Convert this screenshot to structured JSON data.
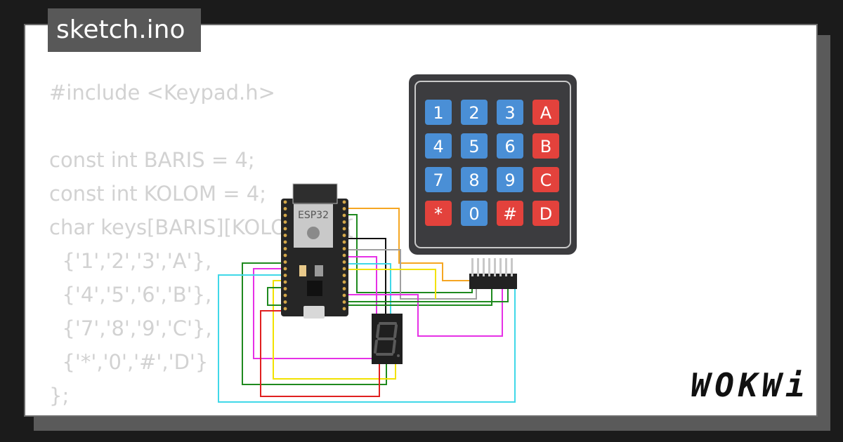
{
  "header": {
    "filename": "sketch.ino"
  },
  "editor": {
    "code_lines": [
      "#include <Keypad.h>",
      "",
      "const int BARIS = 4;",
      "const int KOLOM = 4;",
      "char keys[BARIS][KOLOM] = {",
      "  {'1','2','3','A'},",
      "  {'4','5','6','B'},",
      "  {'7','8','9','C'},",
      "  {'*','0','#','D'}",
      "};"
    ]
  },
  "circuit": {
    "board_label": "ESP32",
    "keypad_rows": [
      [
        "1",
        "2",
        "3",
        "A"
      ],
      [
        "4",
        "5",
        "6",
        "B"
      ],
      [
        "7",
        "8",
        "9",
        "C"
      ],
      [
        "*",
        "0",
        "#",
        "D"
      ]
    ],
    "colors": {
      "key_blue": "#4a8fd6",
      "key_red": "#e3423c",
      "keypad_body": "#3c3c3f",
      "board_body": "#262626",
      "wire_orange": "#f5a623",
      "wire_green": "#1f8a1f",
      "wire_black": "#111111",
      "wire_gray": "#a0a0a0",
      "wire_magenta": "#e631e6",
      "wire_yellow": "#f2e200",
      "wire_cyan": "#40d8e8",
      "wire_red": "#e02020"
    }
  },
  "brand": {
    "name": "WOKWi"
  }
}
